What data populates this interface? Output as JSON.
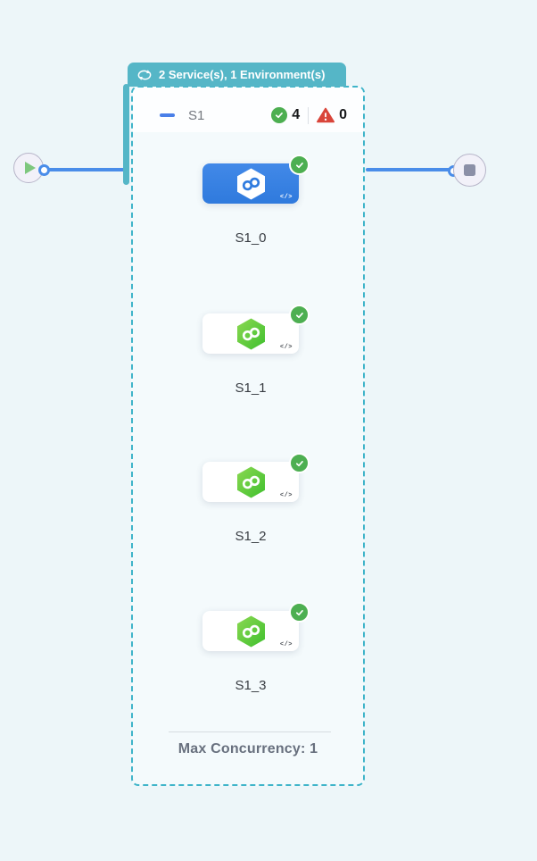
{
  "group": {
    "tab_label": "2 Service(s), 1 Environment(s)",
    "stage": {
      "name": "S1",
      "success_count": "4",
      "failure_count": "0"
    },
    "footer": {
      "max_concurrency_label": "Max Concurrency: 1"
    }
  },
  "nodes": [
    {
      "label": "S1_0",
      "code_icon": "</>",
      "status": "success",
      "selected": true
    },
    {
      "label": "S1_1",
      "code_icon": "</>",
      "status": "success",
      "selected": false
    },
    {
      "label": "S1_2",
      "code_icon": "</>",
      "status": "success",
      "selected": false
    },
    {
      "label": "S1_3",
      "code_icon": "</>",
      "status": "success",
      "selected": false
    }
  ],
  "colors": {
    "teal": "#55b6c7",
    "dashed_border": "#3fb4c9",
    "edge_blue": "#4a8de9",
    "selected_card_blue": "#3b82e0",
    "success_green": "#4daf51",
    "warning_red": "#d9453a",
    "hex_green_from": "#8bd852",
    "hex_green_to": "#3fc02e",
    "page_background": "#edf6f9"
  }
}
